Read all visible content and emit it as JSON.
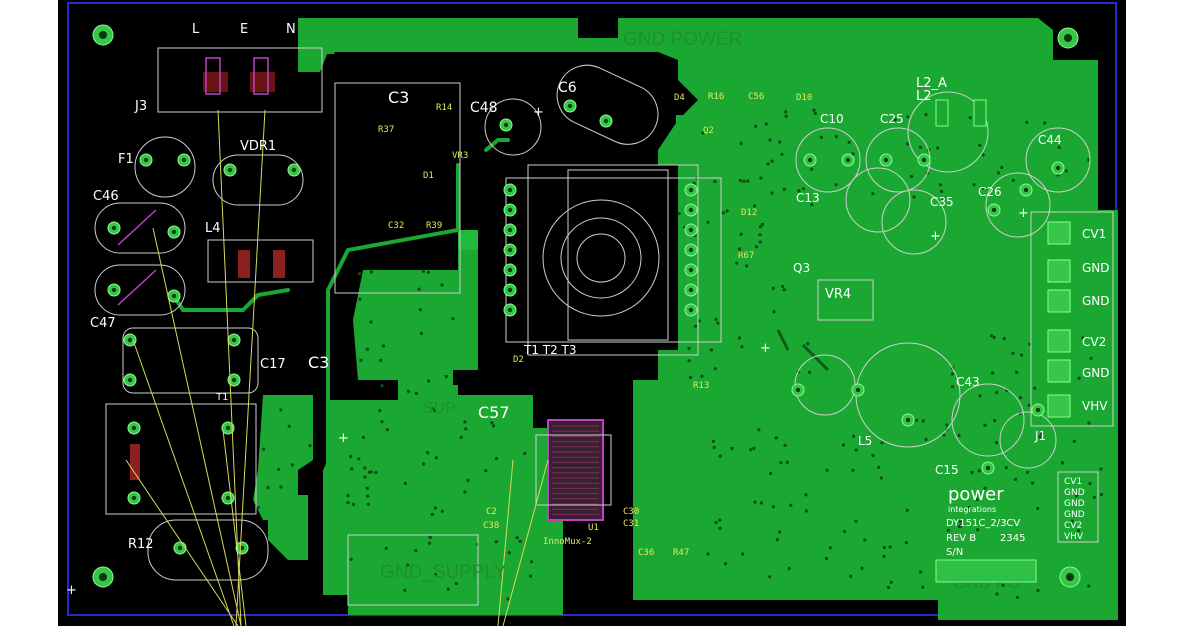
{
  "board": {
    "terminals_top": [
      "L",
      "E",
      "N"
    ],
    "refdes": {
      "j3": "J3",
      "f1": "F1",
      "vdr1": "VDR1",
      "c46": "C46",
      "c47": "C47",
      "l4": "L4",
      "c17": "C17",
      "t1": "T1",
      "r12": "R12",
      "c3_a": "C3",
      "c3_b": "C3",
      "c6": "C6",
      "c48": "C48",
      "r14": "R14",
      "r37": "R37",
      "d1": "D1",
      "r39": "R39",
      "c32": "C32",
      "vr3": "VR3",
      "c57": "C57",
      "c2": "C2",
      "c38": "C38",
      "u1": "U1",
      "innomux": "InnoMux-2",
      "c30": "C30",
      "c31": "C31",
      "c36": "C36",
      "r47": "R47",
      "t_all": "T1 T2 T3",
      "d2": "D2",
      "l2a": "L2_A",
      "l2": "L2",
      "c10": "C10",
      "c25": "C25",
      "c44": "C44",
      "c26": "C26",
      "c35": "C35",
      "c13": "C13",
      "q2": "Q2",
      "q3": "Q3",
      "vr4": "VR4",
      "r67": "R67",
      "d12": "D12",
      "c43": "C43",
      "l5": "L5",
      "c15": "C15",
      "j1": "J1",
      "r16": "R16",
      "c56": "C56",
      "d10": "D10",
      "d4": "D4",
      "r13": "R13"
    },
    "copper_labels": {
      "gnd_power": "GND POWER",
      "gnd_supply": "GND_SUPPLY",
      "gnd_po": "GND PO",
      "sup": "SUP"
    },
    "output_pins": [
      "CV1",
      "GND",
      "GND",
      "CV2",
      "GND",
      "VHV"
    ],
    "block": {
      "brand": "power",
      "sub": "integrations",
      "model": "DY151C_2/3CV",
      "rev": "REV B",
      "num": "2345",
      "sn": "S/N"
    },
    "block_pins": [
      "CV1",
      "GND",
      "GND",
      "GND",
      "CV2",
      "VHV"
    ]
  },
  "colors": {
    "board": "#000000",
    "copper": "#1aa832",
    "silk": "#e8e85a",
    "outline": "#cfcfcf",
    "frame": "#2a2acc"
  }
}
